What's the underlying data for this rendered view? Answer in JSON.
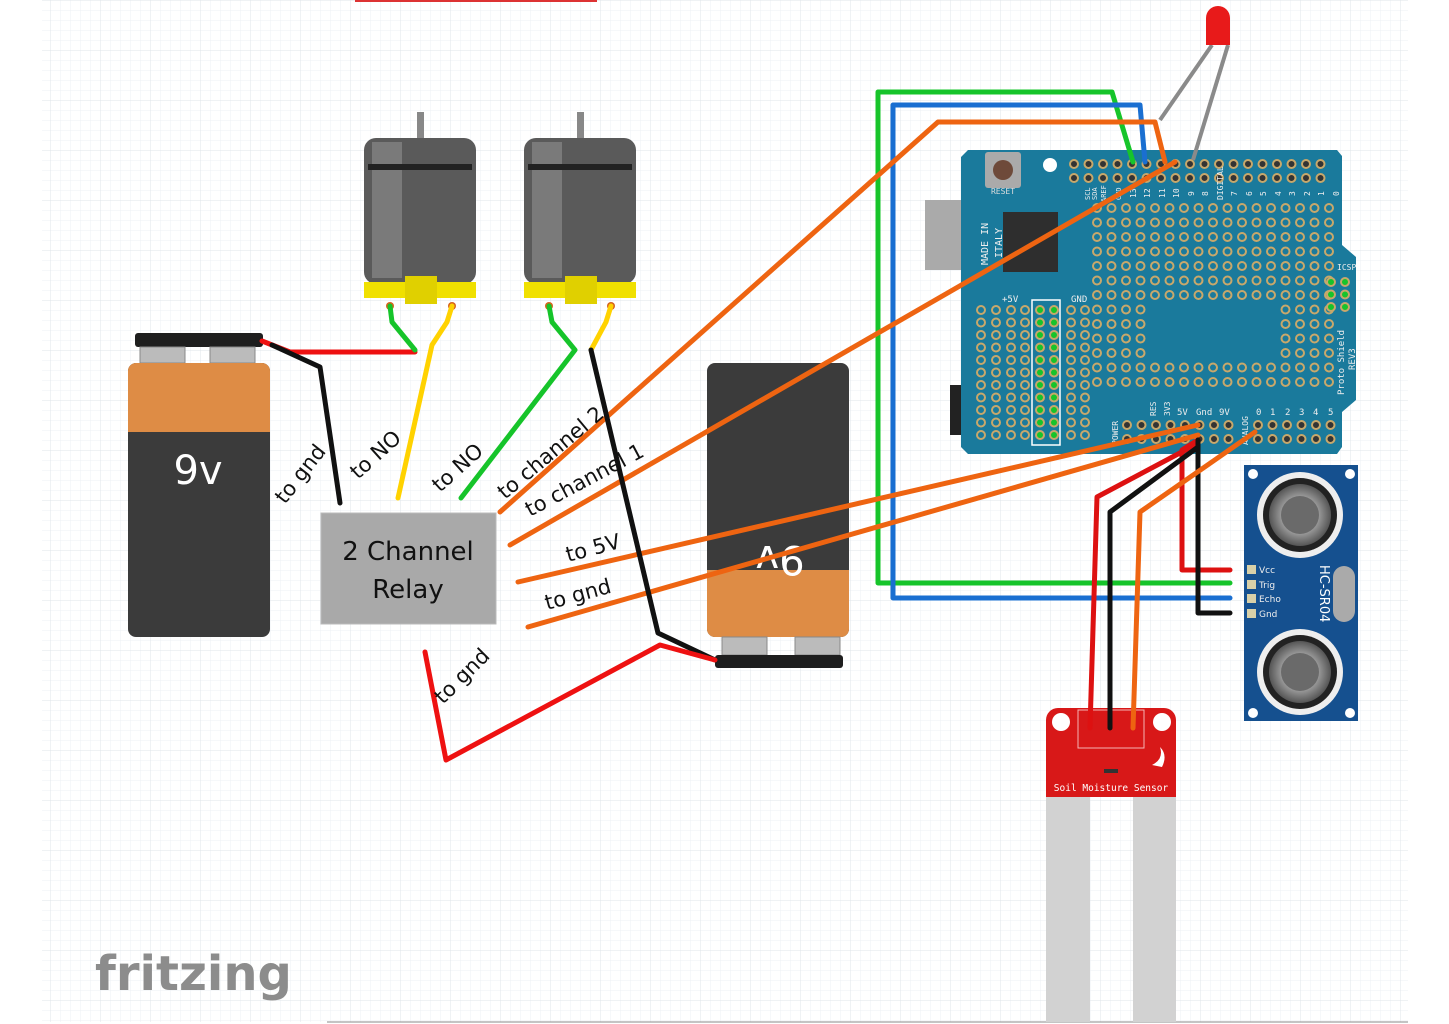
{
  "canvas": {
    "app_logo": "fritzing"
  },
  "colors": {
    "wire_green": "#16c42a",
    "wire_blue": "#1a6fd1",
    "wire_orange": "#ee6411",
    "wire_red": "#ee1111",
    "wire_black": "#111111",
    "wire_yellow": "#ffd200",
    "wire_gray": "#8a8a8a",
    "shield": "#1a7a9c",
    "sonar": "#15508f",
    "soil": "#d81818"
  },
  "battery_left": {
    "label": "9v"
  },
  "battery_right": {
    "label": "9v"
  },
  "relay": {
    "line1": "2 Channel",
    "line2": "Relay"
  },
  "annotations": {
    "to_gnd_battery": "to gnd",
    "to_no_1": "to NO",
    "to_no_2": "to NO",
    "to_channel_2": "to channel 2",
    "to_channel_1": "to channel 1",
    "to_5v": "to 5V",
    "to_gnd_relay": "to gnd",
    "to_gnd_bottom": "to gnd"
  },
  "shield": {
    "reset": "RESET",
    "made_in": "MADE IN",
    "italy": "ITALY",
    "digital": "DIGITAL",
    "plus5v": "+5V",
    "gnd": "GND",
    "icsp": "ICSP",
    "name": "Proto Shield",
    "rev": "REV3",
    "power": "POWER",
    "analog": "ANALOG",
    "power_pins": [
      "RES",
      "3V3",
      "5V",
      "Gnd",
      "9V"
    ],
    "analog_pins": [
      "0",
      "1",
      "2",
      "3",
      "4",
      "5"
    ],
    "digital_pins": [
      "SCL",
      "SDA",
      "AREF",
      "GND",
      "13",
      "12",
      "11",
      "10",
      "9",
      "8",
      "7",
      "6",
      "5",
      "4",
      "3",
      "2",
      "1",
      "0"
    ]
  },
  "sonar": {
    "name": "HC-SR04",
    "pins": [
      "Vcc",
      "Trig",
      "Echo",
      "Gnd"
    ]
  },
  "soil_sensor": {
    "label": "Soil Moisture Sensor"
  }
}
